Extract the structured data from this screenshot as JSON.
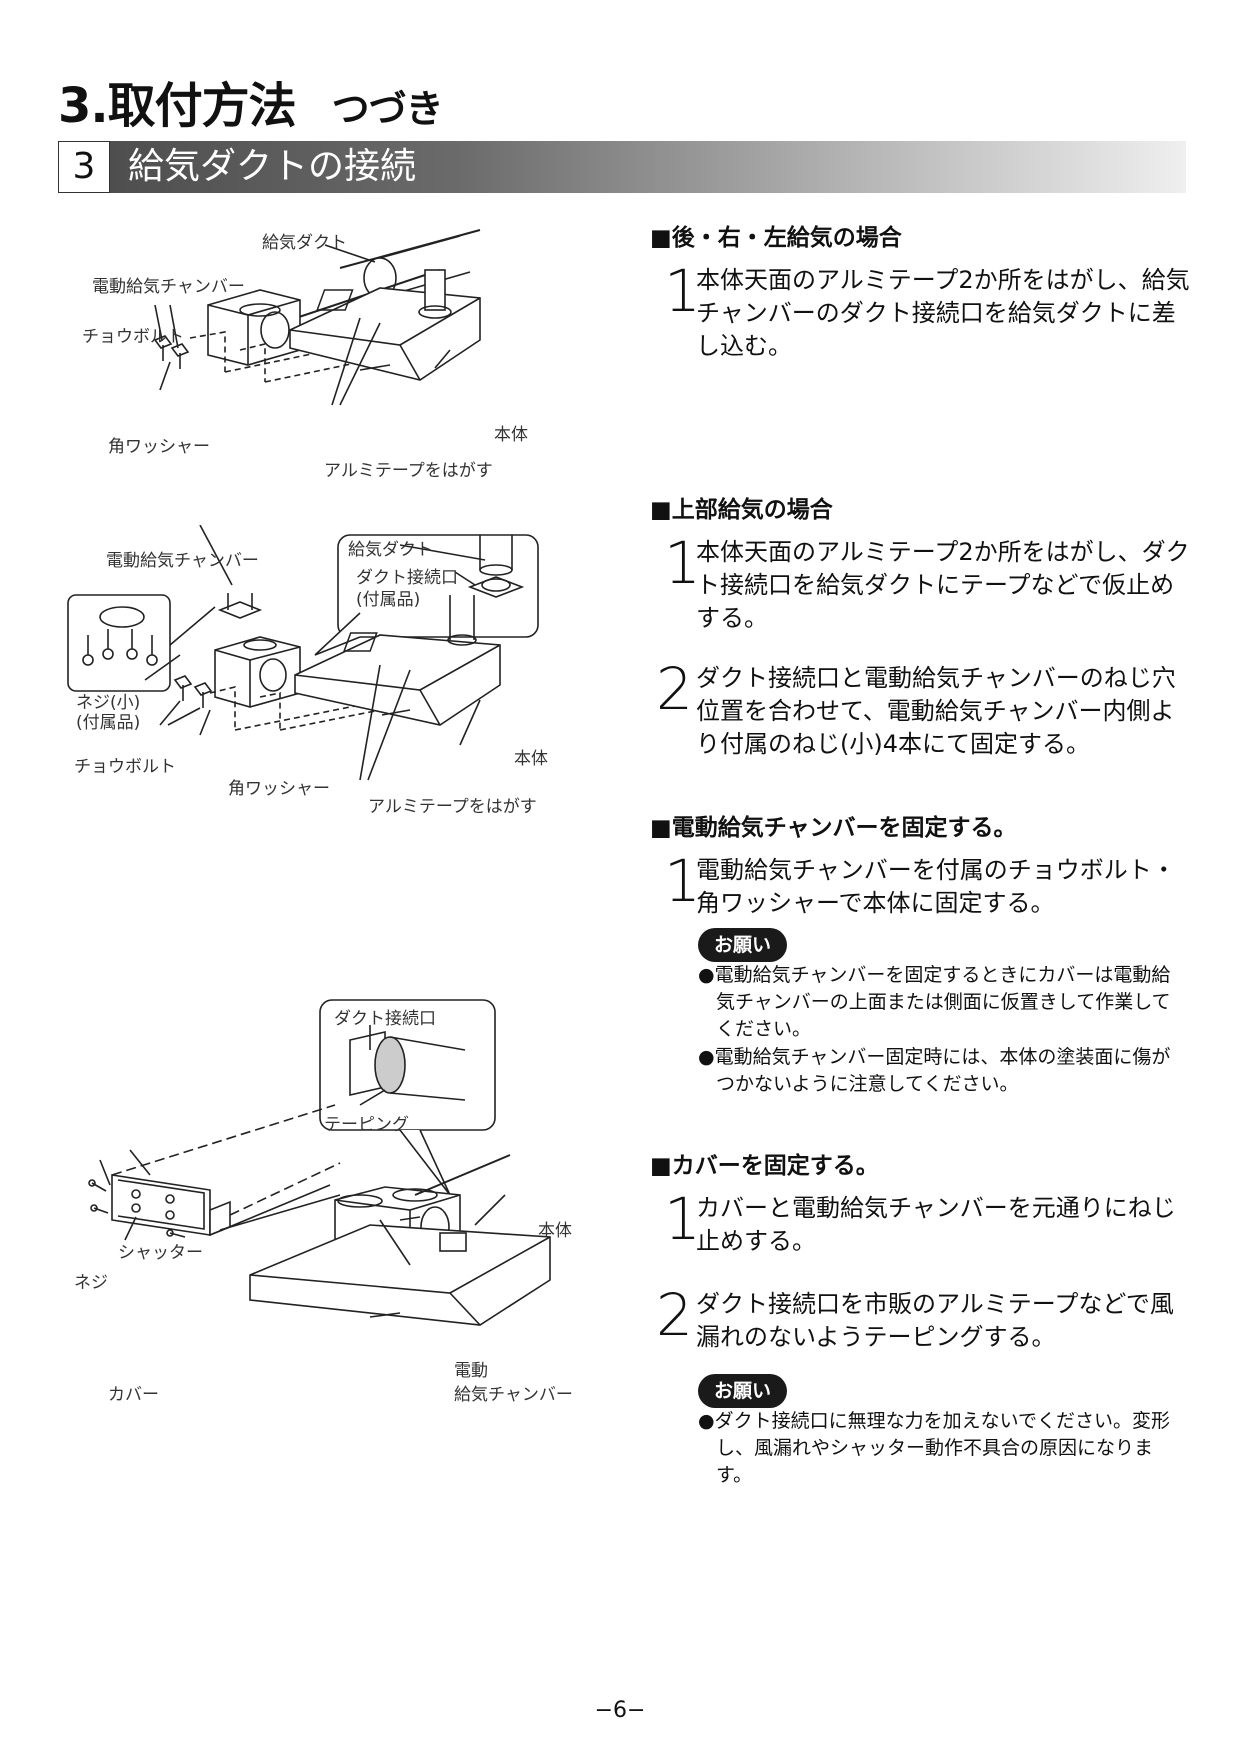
{
  "title": {
    "main": "3.取付方法",
    "sub": "つづき"
  },
  "section": {
    "number": "3",
    "title": "給気ダクトの接続"
  },
  "fig1": {
    "duct": "給気ダクト",
    "chamber": "電動給気チャンバー",
    "bolt": "チョウボルト",
    "washer": "角ワッシャー",
    "body": "本体",
    "tape": "アルミテープをはがす"
  },
  "fig2": {
    "chamber": "電動給気チャンバー",
    "duct": "給気ダクト",
    "connector_1": "ダクト接続口",
    "connector_2": "(付属品)",
    "screw_1": "ネジ(小)",
    "screw_2": "(付属品)",
    "bolt": "チョウボルト",
    "washer": "角ワッシャー",
    "body": "本体",
    "tape": "アルミテープをはがす"
  },
  "fig3": {
    "connector": "ダクト接続口",
    "taping": "テーピング",
    "body": "本体",
    "shutter": "シャッター",
    "screw": "ネジ",
    "cover": "カバー",
    "chamber_1": "電動",
    "chamber_2": "給気チャンバー"
  },
  "blocks": {
    "b1": {
      "heading": "■後・右・左給気の場合",
      "steps": [
        {
          "num": "1",
          "text": "本体天面のアルミテープ2か所をはがし、給気チャンバーのダクト接続口を給気ダクトに差し込む。"
        }
      ]
    },
    "b2": {
      "heading": "■上部給気の場合",
      "steps": [
        {
          "num": "1",
          "text": "本体天面のアルミテープ2か所をはがし、ダクト接続口を給気ダクトにテープなどで仮止めする。"
        },
        {
          "num": "2",
          "text": "ダクト接続口と電動給気チャンバーのねじ穴位置を合わせて、電動給気チャンバー内側より付属のねじ(小)4本にて固定する。"
        }
      ]
    },
    "b3": {
      "heading": "■電動給気チャンバーを固定する。",
      "steps": [
        {
          "num": "1",
          "text": "電動給気チャンバーを付属のチョウボルト・角ワッシャーで本体に固定する。"
        }
      ],
      "note": {
        "badge": "お願い",
        "items": [
          "●電動給気チャンバーを固定するときにカバーは電動給気チャンバーの上面または側面に仮置きして作業してください。",
          "●電動給気チャンバー固定時には、本体の塗装面に傷がつかないように注意してください。"
        ]
      }
    },
    "b4": {
      "heading": "■カバーを固定する。",
      "steps": [
        {
          "num": "1",
          "text": "カバーと電動給気チャンバーを元通りにねじ止めする。"
        },
        {
          "num": "2",
          "text": "ダクト接続口を市販のアルミテープなどで風漏れのないようテーピングする。"
        }
      ],
      "note": {
        "badge": "お願い",
        "items": [
          "●ダクト接続口に無理な力を加えないでください。変形し、風漏れやシャッター動作不具合の原因になります。"
        ]
      }
    }
  },
  "page_number": "−6−"
}
